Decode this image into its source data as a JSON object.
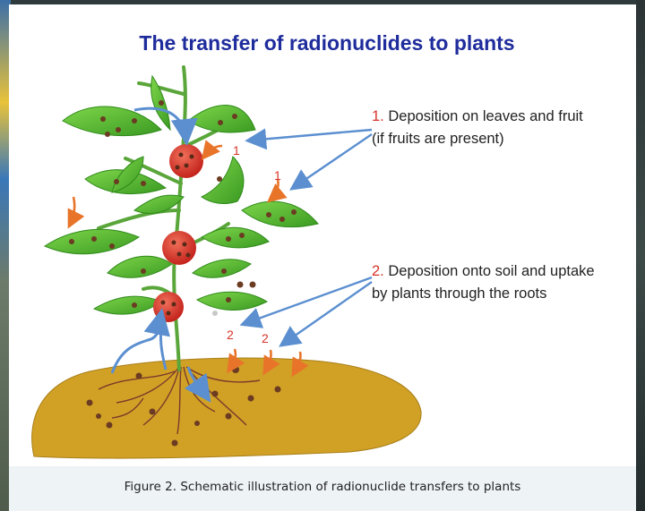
{
  "title": "The transfer of radionuclides to plants",
  "labels": [
    {
      "number": "1.",
      "lines": [
        "Deposition on  leaves and fruit",
        "(if fruits are present)"
      ]
    },
    {
      "number": "2.",
      "lines": [
        "Deposition onto soil and uptake",
        "by plants through the roots"
      ]
    }
  ],
  "arrow_markers": [
    "1",
    "1",
    "2",
    "2"
  ],
  "caption": "Figure 2. Schematic illustration of radionuclide transfers to plants",
  "colors": {
    "title": "#1f2c9c",
    "number": "#d6342a",
    "leaf": "#4fb82c",
    "fruit": "#d8352c",
    "soil": "#d1a126",
    "blue_arrow": "#5b8fd0",
    "orange_arrow": "#e8742a"
  }
}
